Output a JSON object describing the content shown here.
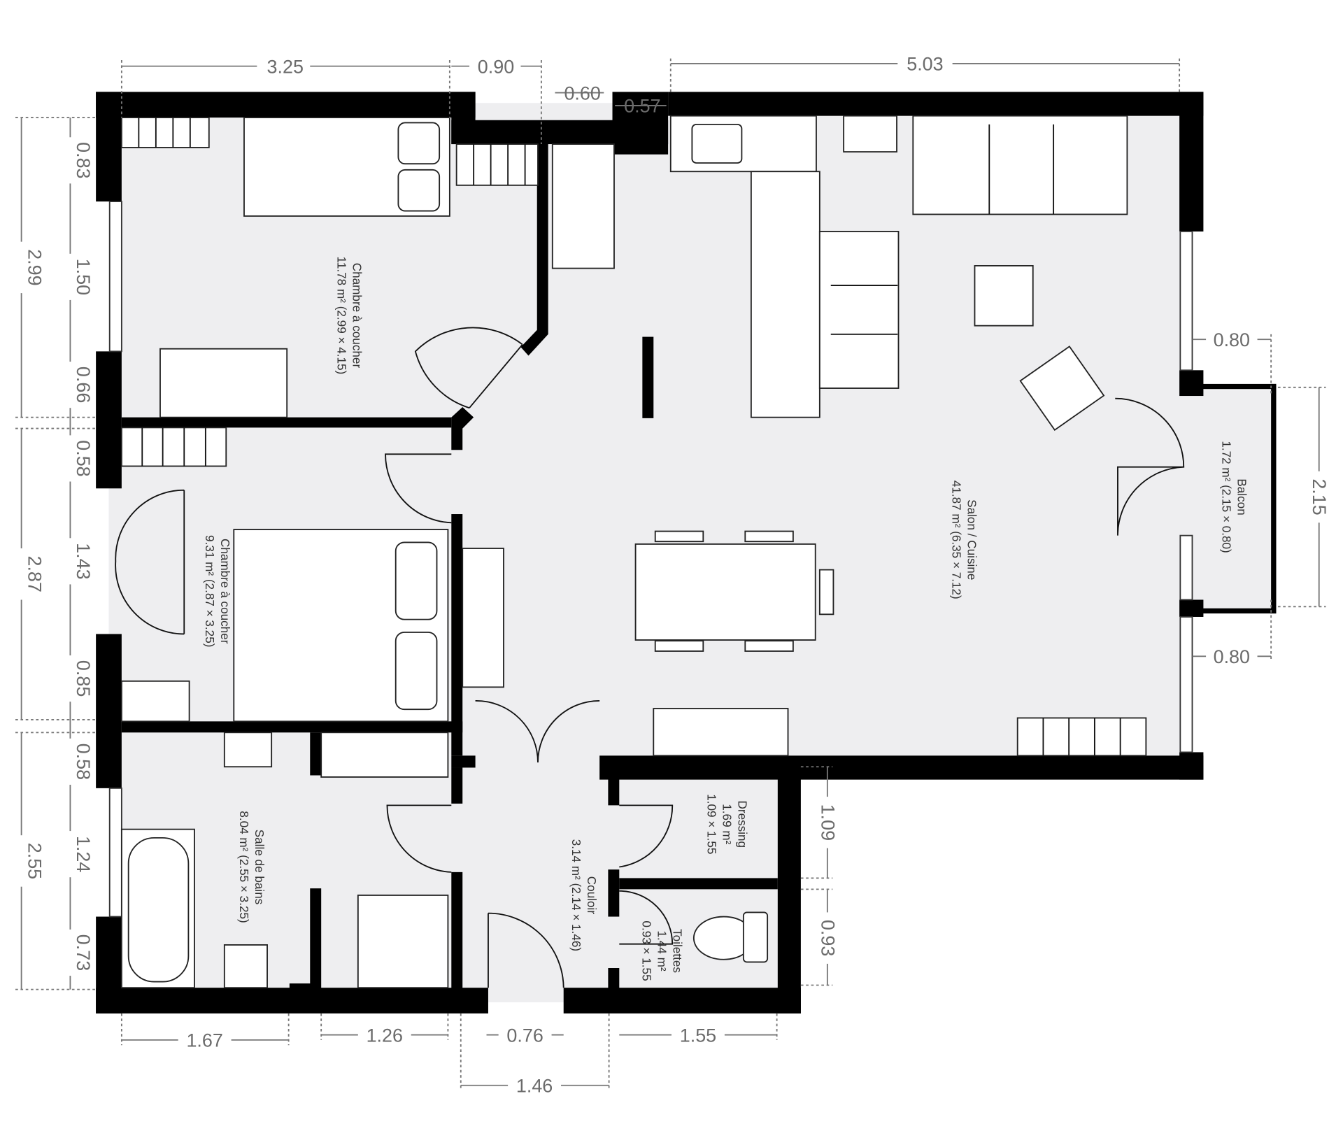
{
  "rooms": [
    {
      "name": "Chambre à coucher",
      "detail": "11.78 m² (2.99 × 4.15)"
    },
    {
      "name": "Chambre à coucher",
      "detail": "9.31 m² (2.87 × 3.25)"
    },
    {
      "name": "Salle de bains",
      "detail": "8.04 m² (2.55 × 3.25)"
    },
    {
      "name": "Salon / Cuisine",
      "detail": "41.87 m² (6.35 × 7.12)"
    },
    {
      "name": "Balcon",
      "detail": "1.72 m² (2.15 × 0.80)"
    },
    {
      "name": "Couloir",
      "detail": "3.14 m² (2.14 × 1.46)"
    },
    {
      "name": "Dressing",
      "area": "1.69 m²",
      "size": "1.09 × 1.55"
    },
    {
      "name": "Toilettes",
      "area": "1.44 m²",
      "size": "0.93 × 1.55"
    }
  ],
  "dimensions": {
    "top": [
      "3.25",
      "0.90",
      "0.60",
      "0.57",
      "5.03"
    ],
    "left_outer": [
      "2.99",
      "2.87",
      "2.55"
    ],
    "left_inner": [
      "0.83",
      "1.50",
      "0.66",
      "0.58",
      "1.43",
      "0.85",
      "0.58",
      "1.24",
      "0.73"
    ],
    "right": [
      "0.80",
      "2.15",
      "0.80",
      "1.09",
      "0.93"
    ],
    "bottom": [
      "1.67",
      "1.26",
      "0.76",
      "1.55",
      "1.46"
    ]
  },
  "colors": {
    "floor": "#eeeef0",
    "wall": "#000000",
    "dimension": "#6b6b6b"
  }
}
